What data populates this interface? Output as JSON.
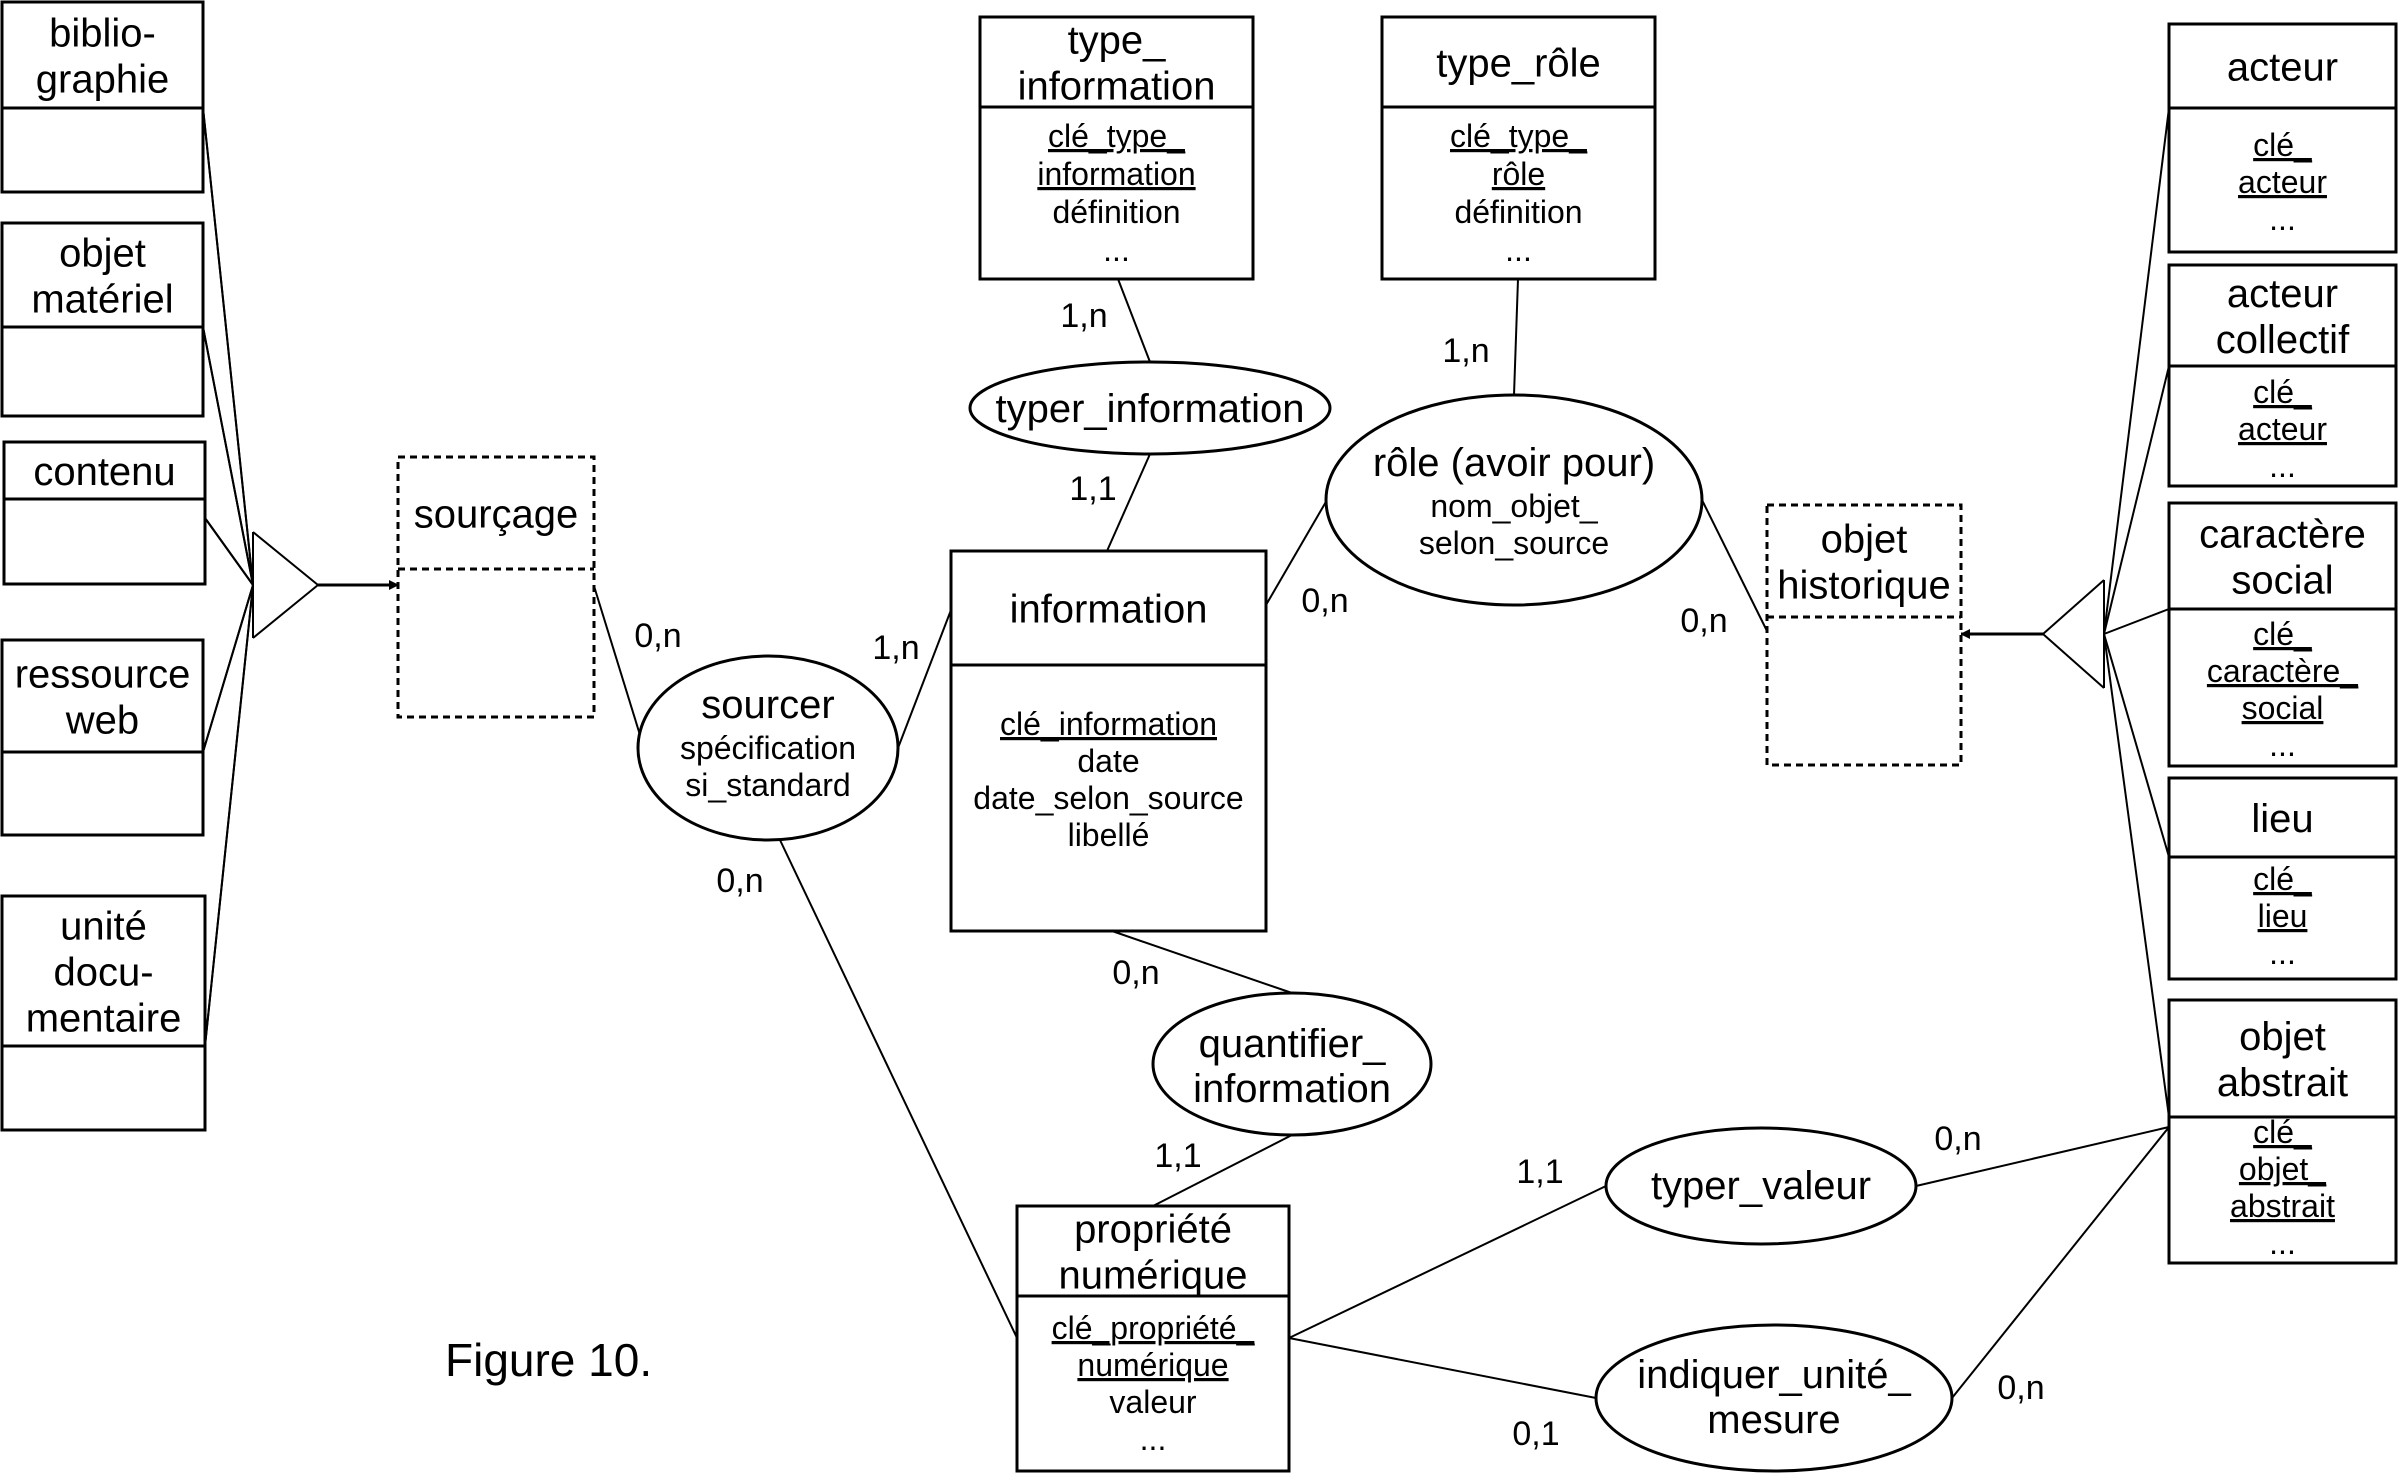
{
  "figure_label": "Figure 10.",
  "entities": [
    {
      "id": "bibliographie",
      "title": [
        "biblio-",
        "graphie"
      ],
      "key": [],
      "attributes": []
    },
    {
      "id": "objet-materiel",
      "title": [
        "objet",
        "matériel"
      ],
      "key": [],
      "attributes": []
    },
    {
      "id": "contenu",
      "title": [
        "contenu"
      ],
      "key": [],
      "attributes": []
    },
    {
      "id": "ressource-web",
      "title": [
        "ressource",
        "web"
      ],
      "key": [],
      "attributes": []
    },
    {
      "id": "unite-documentaire",
      "title": [
        "unité",
        "docu-",
        "mentaire"
      ],
      "key": [],
      "attributes": []
    },
    {
      "id": "sourcage",
      "title": [
        "sourçage"
      ],
      "key": [],
      "attributes": [],
      "dashed": true
    },
    {
      "id": "type-information",
      "title": [
        "type_",
        "information"
      ],
      "key": [
        "clé_type_",
        "information"
      ],
      "attributes": [
        "définition",
        "..."
      ]
    },
    {
      "id": "type-role",
      "title": [
        "type_rôle"
      ],
      "key": [
        "clé_type_",
        "rôle"
      ],
      "attributes": [
        "définition",
        "..."
      ]
    },
    {
      "id": "information",
      "title": [
        "information"
      ],
      "key": [
        "clé_information"
      ],
      "attributes": [
        "date",
        "date_selon_source",
        "libellé"
      ]
    },
    {
      "id": "objet-historique",
      "title": [
        "objet",
        "historique"
      ],
      "key": [],
      "attributes": [],
      "dashed": true
    },
    {
      "id": "propriete-numerique",
      "title": [
        "propriété",
        "numérique"
      ],
      "key": [
        "clé_propriété_",
        "numérique"
      ],
      "attributes": [
        "valeur",
        "..."
      ]
    },
    {
      "id": "acteur",
      "title": [
        "acteur"
      ],
      "key": [
        "clé_",
        "acteur"
      ],
      "attributes": [
        "..."
      ]
    },
    {
      "id": "acteur-collectif",
      "title": [
        "acteur",
        "collectif"
      ],
      "key": [
        "clé_",
        "acteur"
      ],
      "attributes": [
        "..."
      ]
    },
    {
      "id": "caractere-social",
      "title": [
        "caractère",
        "social"
      ],
      "key": [
        "clé_",
        "caractère_",
        "social"
      ],
      "attributes": [
        "..."
      ]
    },
    {
      "id": "lieu",
      "title": [
        "lieu"
      ],
      "key": [
        "clé_",
        "lieu"
      ],
      "attributes": [
        "..."
      ]
    },
    {
      "id": "objet-abstrait",
      "title": [
        "objet",
        "abstrait"
      ],
      "key": [
        "clé_",
        "objet_",
        "abstrait"
      ],
      "attributes": [
        "..."
      ]
    }
  ],
  "relationships": [
    {
      "id": "sourcer",
      "name": "sourcer",
      "attributes": [
        "spécification",
        "si_standard"
      ]
    },
    {
      "id": "typer-information",
      "name": "typer_information",
      "attributes": []
    },
    {
      "id": "role",
      "name": "rôle (avoir pour)",
      "attributes": [
        "nom_objet_",
        "selon_source"
      ]
    },
    {
      "id": "quantifier-information",
      "name": [
        "quantifier_",
        "information"
      ],
      "attributes": []
    },
    {
      "id": "typer-valeur",
      "name": "typer_valeur",
      "attributes": []
    },
    {
      "id": "indiquer-unite-mesure",
      "name": [
        "indiquer_unité_",
        "mesure"
      ],
      "attributes": []
    }
  ],
  "cardinalities": [
    {
      "id": "sourcage-sourcer",
      "text": "0,n"
    },
    {
      "id": "information-sourcer",
      "text": "1,n"
    },
    {
      "id": "propriete-sourcer",
      "text": "0,n"
    },
    {
      "id": "type-information-typer",
      "text": "1,n"
    },
    {
      "id": "information-typer",
      "text": "1,1"
    },
    {
      "id": "type-role-role",
      "text": "1,n"
    },
    {
      "id": "information-role",
      "text": "0,n"
    },
    {
      "id": "objet-historique-role",
      "text": "0,n"
    },
    {
      "id": "information-quantifier",
      "text": "0,n"
    },
    {
      "id": "propriete-quantifier",
      "text": "1,1"
    },
    {
      "id": "propriete-typer-valeur",
      "text": "1,1"
    },
    {
      "id": "objet-abstrait-typer-valeur",
      "text": "0,n"
    },
    {
      "id": "propriete-indiquer",
      "text": "0,1"
    },
    {
      "id": "objet-abstrait-indiquer",
      "text": "0,n"
    }
  ]
}
